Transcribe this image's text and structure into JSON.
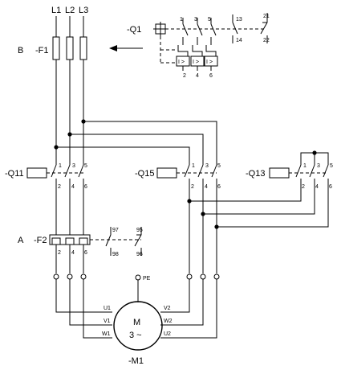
{
  "phases": [
    "L1",
    "L2",
    "L3"
  ],
  "labels": {
    "B": "B",
    "A": "A",
    "F1": "-F1",
    "Q1": "-Q1",
    "Q11": "-Q11",
    "Q15": "-Q15",
    "Q13": "-Q13",
    "F2": "-F2",
    "M1": "-M1",
    "PE": "PE"
  },
  "q1": {
    "top": [
      "1",
      "3",
      "5"
    ],
    "bottom": [
      "2",
      "4",
      "6"
    ],
    "aux_no_top": "13",
    "aux_no_bottom": "14",
    "aux_nc_top": "21",
    "aux_nc_bottom": "22",
    "trip_glyph": "I >"
  },
  "contactor": {
    "top": [
      "1",
      "3",
      "5"
    ],
    "bottom": [
      "2",
      "4",
      "6"
    ]
  },
  "f2": {
    "bottom": [
      "2",
      "4",
      "6"
    ],
    "nc_top": "97",
    "nc_bottom": "98",
    "no_top": "95",
    "no_bottom": "96"
  },
  "motor": {
    "name": "M",
    "spec": "3 ~",
    "terminals": [
      "U1",
      "V1",
      "W1",
      "V2",
      "W2",
      "U2"
    ]
  }
}
